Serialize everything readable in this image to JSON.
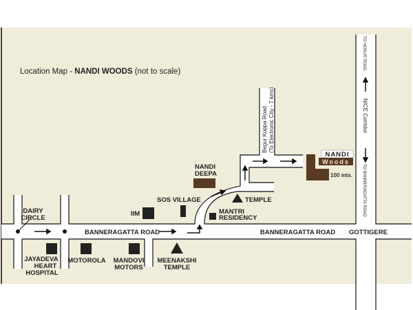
{
  "title": {
    "prefix": "Location Map - ",
    "name": "NANDI WOODS",
    "suffix": " (not to scale)"
  },
  "colors": {
    "background": "#efecd9",
    "road": "#ffffff",
    "project": "#5a3a22",
    "landmark": "#222222"
  },
  "roads": {
    "main": "BANNERAGATTA ROAD",
    "main_east": "BANNERAGATTA ROAD",
    "begur_line1": "Begur Koppa Road",
    "begur_line2": "(To Electronic City - 7 kms)",
    "nice": "NICE Corridor",
    "to_hosur": "TO HOSUR ROAD",
    "to_bannergatta": "TO BANNERAGATTA ROAD"
  },
  "places": {
    "dairy_circle": [
      "DAIRY",
      "CIRCLE"
    ],
    "jayadeva": [
      "JAYADEVA",
      "HEART",
      "HOSPITAL"
    ],
    "motorola": "MOTOROLA",
    "mandovi": [
      "MANDOVI",
      "MOTORS"
    ],
    "meenakshi": [
      "MEENAKSHI",
      "TEMPLE"
    ],
    "iim": "IIM",
    "sos_village": "SOS VILLAGE",
    "nandi_deepa": [
      "NANDI",
      "DEEPA"
    ],
    "temple": "TEMPLE",
    "mantri": [
      "MANTRI",
      "RESIDENCY"
    ],
    "gottigere": "GOTTIGERE",
    "nandi_woods": [
      "NANDI",
      "Woods"
    ],
    "distance": "100 mts."
  }
}
